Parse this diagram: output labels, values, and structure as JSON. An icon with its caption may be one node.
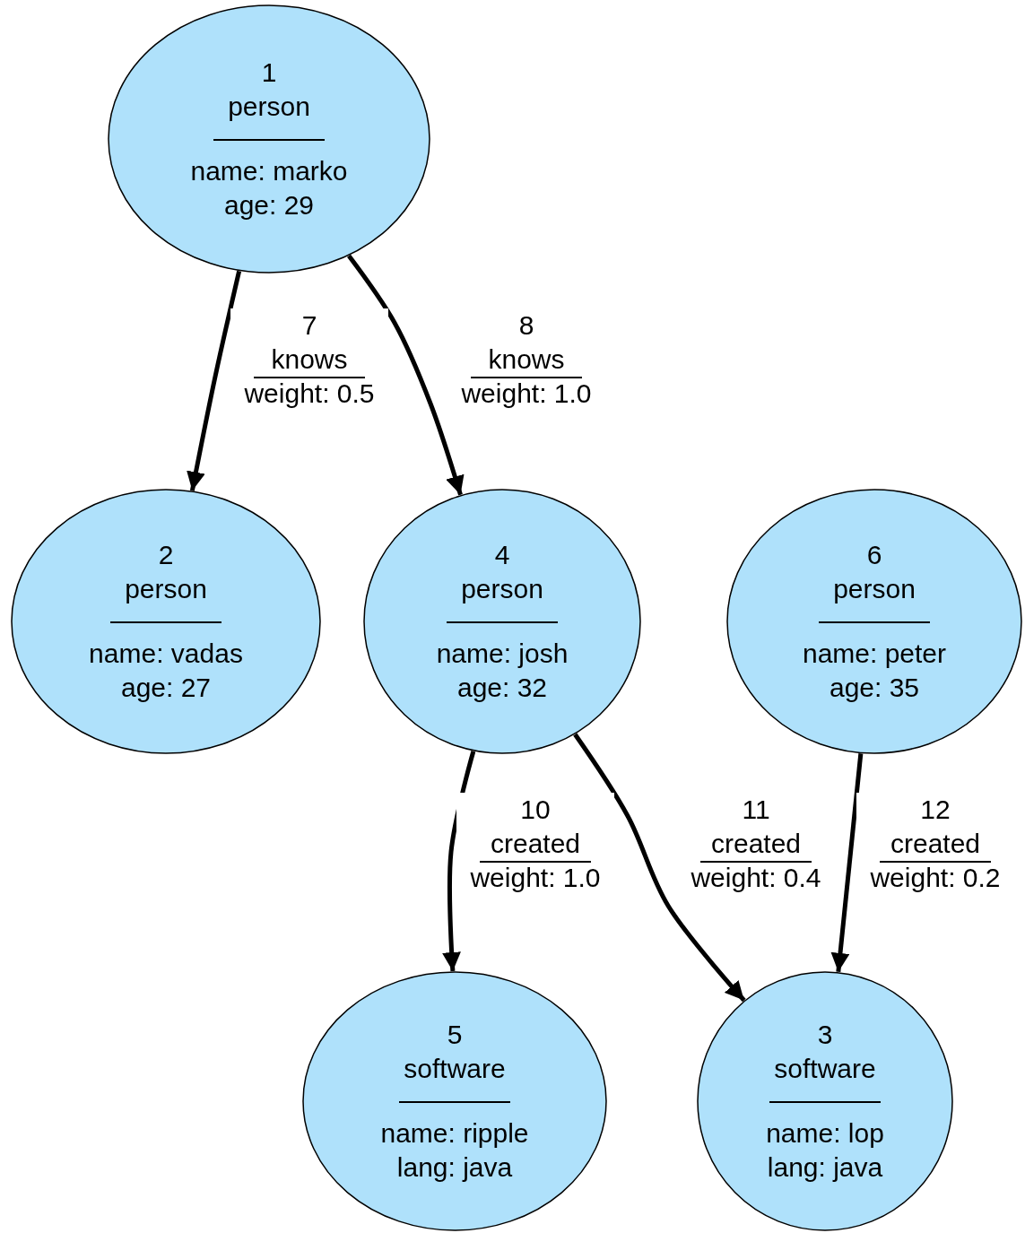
{
  "diagram": {
    "nodes": [
      {
        "text": [
          "1",
          "person",
          "name: marko",
          "age: 29"
        ]
      },
      {
        "text": [
          "2",
          "person",
          "name: vadas",
          "age: 27"
        ]
      },
      {
        "text": [
          "4",
          "person",
          "name: josh",
          "age: 32"
        ]
      },
      {
        "text": [
          "6",
          "person",
          "name: peter",
          "age: 35"
        ]
      },
      {
        "text": [
          "5",
          "software",
          "name: ripple",
          "lang: java"
        ]
      },
      {
        "text": [
          "3",
          "software",
          "name: lop",
          "lang: java"
        ]
      }
    ],
    "edges": [
      {
        "from": 0,
        "to": 1,
        "arrow": "to",
        "label": "7 knows weight: 0.5"
      },
      {
        "from": 0,
        "to": 2,
        "arrow": "to",
        "label": "8 knows weight: 1.0"
      },
      {
        "from": 2,
        "to": 4,
        "arrow": "to",
        "label": "10 created weight: 1.0"
      },
      {
        "from": 2,
        "to": 5,
        "arrow": "to",
        "label": "11 created weight: 0.4"
      },
      {
        "from": 3,
        "to": 5,
        "arrow": "to",
        "label": "12 created weight: 0.2"
      }
    ]
  }
}
